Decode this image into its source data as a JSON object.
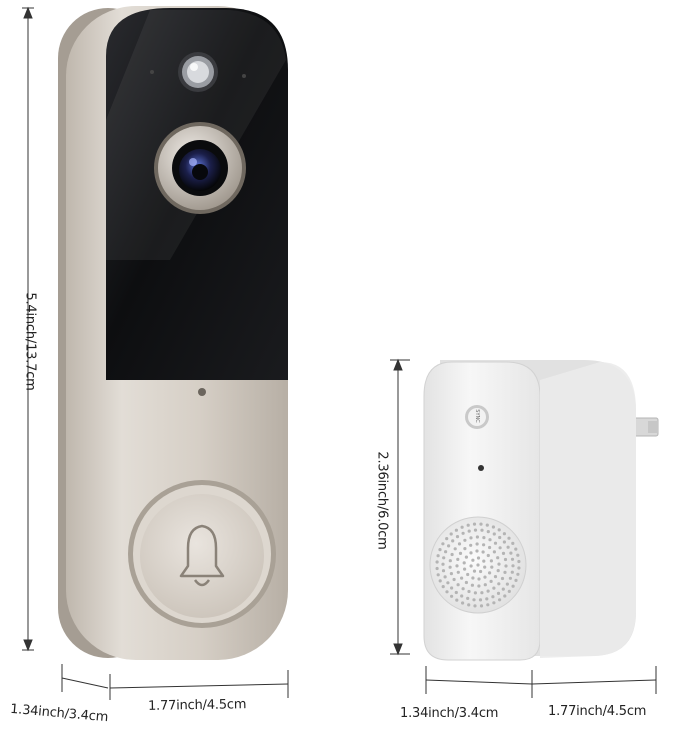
{
  "doorbell": {
    "height_label": "5.4inch/13.7cm",
    "depth_label": "1.34inch/3.4cm",
    "width_label": "1.77inch/4.5cm"
  },
  "chime": {
    "height_label": "2.36inch/6.0cm",
    "depth_label": "1.34inch/3.4cm",
    "width_label": "1.77inch/4.5cm",
    "button_text": "SYNC"
  },
  "colors": {
    "doorbell_body": "#cdc6bd",
    "doorbell_face": "#111214",
    "chime_body": "#eeeeee",
    "dimension_line": "#333333"
  },
  "icons": {
    "doorbell_button": "bell-icon",
    "camera": "camera-lens-icon",
    "speaker": "speaker-grille-icon"
  }
}
